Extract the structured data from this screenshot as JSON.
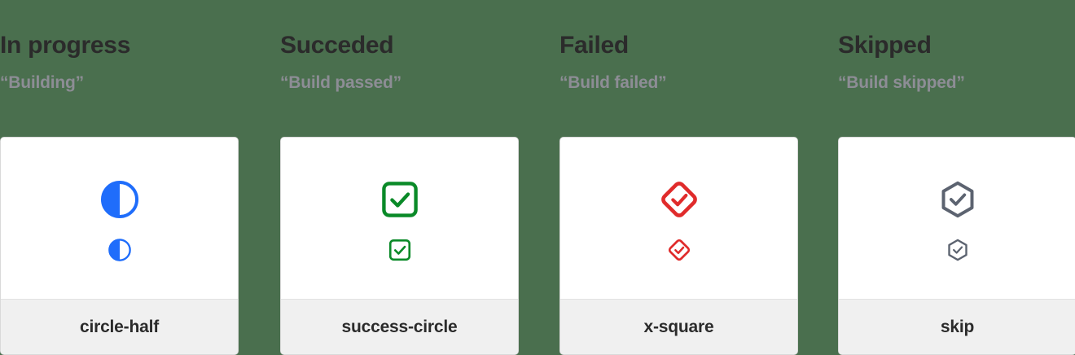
{
  "page": {
    "background_color": "#4a6f4e",
    "card_background": "#ffffff",
    "card_footer_background": "#f0f0f0",
    "title_color": "#2b2b2b",
    "quote_color": "#8d8d95"
  },
  "columns": [
    {
      "title": "In progress",
      "quote": "“Building”",
      "icon_name": "circle-half-icon",
      "icon_label": "circle-half",
      "icon_color": "#1f6dfb"
    },
    {
      "title": "Succeded",
      "quote": "“Build passed”",
      "icon_name": "success-circle-icon",
      "icon_label": "success-circle",
      "icon_color": "#0a8a28"
    },
    {
      "title": "Failed",
      "quote": "“Build failed”",
      "icon_name": "x-square-icon",
      "icon_label": "x-square",
      "icon_color": "#e02b2b"
    },
    {
      "title": "Skipped",
      "quote": "“Build skipped”",
      "icon_name": "skip-icon",
      "icon_label": "skip",
      "icon_color": "#5c6370"
    }
  ]
}
